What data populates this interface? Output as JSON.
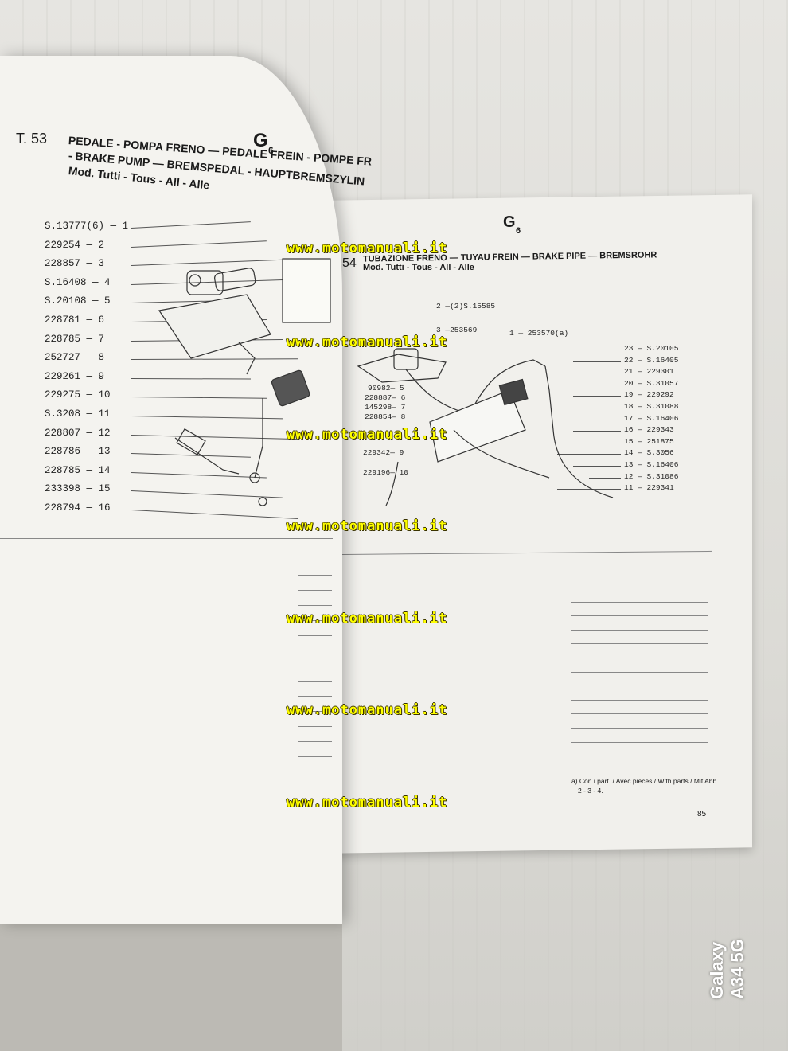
{
  "left_page": {
    "table_no": "T. 53",
    "group": "G",
    "group_sub": "6",
    "title_1": "PEDALE - POMPA FRENO — PEDALE FREIN - POMPE FR",
    "title_2": "- BRAKE PUMP — BREMSPEDAL - HAUPTBREMSZYLIN",
    "title_3": "Mod. Tutti - Tous - All - Alle",
    "parts": [
      "S.13777(6) — 1",
      "229254 — 2",
      "228857 — 3",
      "S.16408 — 4",
      "S.20108 — 5",
      "228781 — 6",
      "228785 — 7",
      "252727 — 8",
      "229261 — 9",
      "229275 — 10",
      "S.3208 — 11",
      "228807 — 12",
      "228786 — 13",
      "228785 — 14",
      "233398 — 15",
      "228794 — 16"
    ]
  },
  "right_page": {
    "page_no": "54",
    "group": "G",
    "group_sub": "6",
    "title_1": "TUBAZIONE FRENO — TUYAU FREIN — BRAKE PIPE — BREMSROHR",
    "title_2": "Mod. Tutti - Tous - All - Alle",
    "callouts_left": [
      "2 —(2)S.15585",
      "3 —253569",
      "90982— 5",
      "228887— 6",
      "145298— 7",
      "228854— 8",
      "229342— 9",
      "229196— 10"
    ],
    "callout_group": "1 — 253570(a)",
    "parts_right": [
      "23 — S.20105",
      "22 — S.16405",
      "21 — 229301",
      "20 — S.31057",
      "19 — 229292",
      "18 — S.31088",
      "17 — S.16406",
      "16 — 229343",
      "15 — 251875",
      "14 — S.3056",
      "13 — S.16406",
      "12 — S.31086",
      "11 — 229341"
    ],
    "footnote_1": "a) Con i part. / Avec pièces / With parts / Mit Abb.",
    "footnote_2": "2 - 3 - 4.",
    "folio": "85"
  },
  "watermark": "www.motomanuali.it",
  "device_tag": "Galaxy A34 5G"
}
